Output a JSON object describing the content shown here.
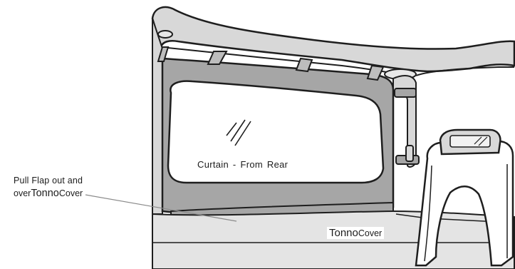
{
  "labels": {
    "curtain": "Curtain - From Rear",
    "pull_flap_line1": "Pull Flap out and",
    "pull_flap_line2_prefix": "over",
    "pull_flap_line2_tonno": "Tonno",
    "pull_flap_line2_cover": "Cover",
    "tonno_cover_tonno": "Tonno",
    "tonno_cover_cover": "Cover"
  },
  "colors": {
    "outline": "#1e1e1e",
    "curtain_fill": "#a6a6a6",
    "frame_fill": "#d8d8d8",
    "window_fill": "#ffffff",
    "floor_fill": "#e4e4e4",
    "leader_line": "#8a8a8a"
  }
}
